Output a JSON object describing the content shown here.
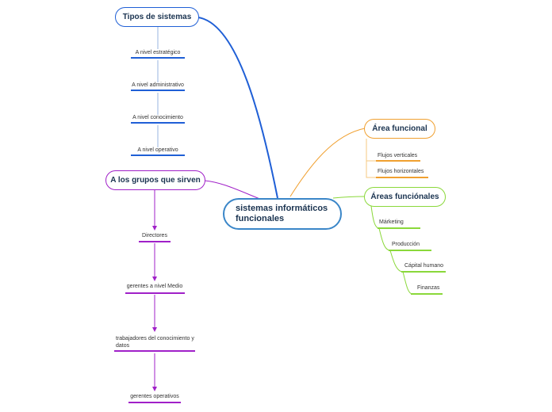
{
  "central": {
    "label": "sistemas informáticos funcionales"
  },
  "branches": {
    "tipos": {
      "label": "Tipos de  sistemas",
      "color": "#1f5fd6",
      "items": [
        "A nivel estratégico",
        "A nivel administrativo",
        "A nivel conocimiento",
        "A nivel operativo"
      ]
    },
    "grupos": {
      "label": "A los grupos que sirven",
      "color": "#a020c8",
      "items": [
        "Directores",
        "gerentes a nivel Medio",
        "trabajadores del conocimiento y datos",
        "gerentes operativos"
      ]
    },
    "area": {
      "label": "Área funcional",
      "color": "#f0a030",
      "items": [
        "Flujos verticales",
        "Flujos horizontales"
      ]
    },
    "areas": {
      "label": "Áreas funciónales",
      "color": "#8ad83a",
      "items": [
        "Márketing",
        "Producción",
        "Cápital humano",
        "Finanzas"
      ]
    }
  }
}
